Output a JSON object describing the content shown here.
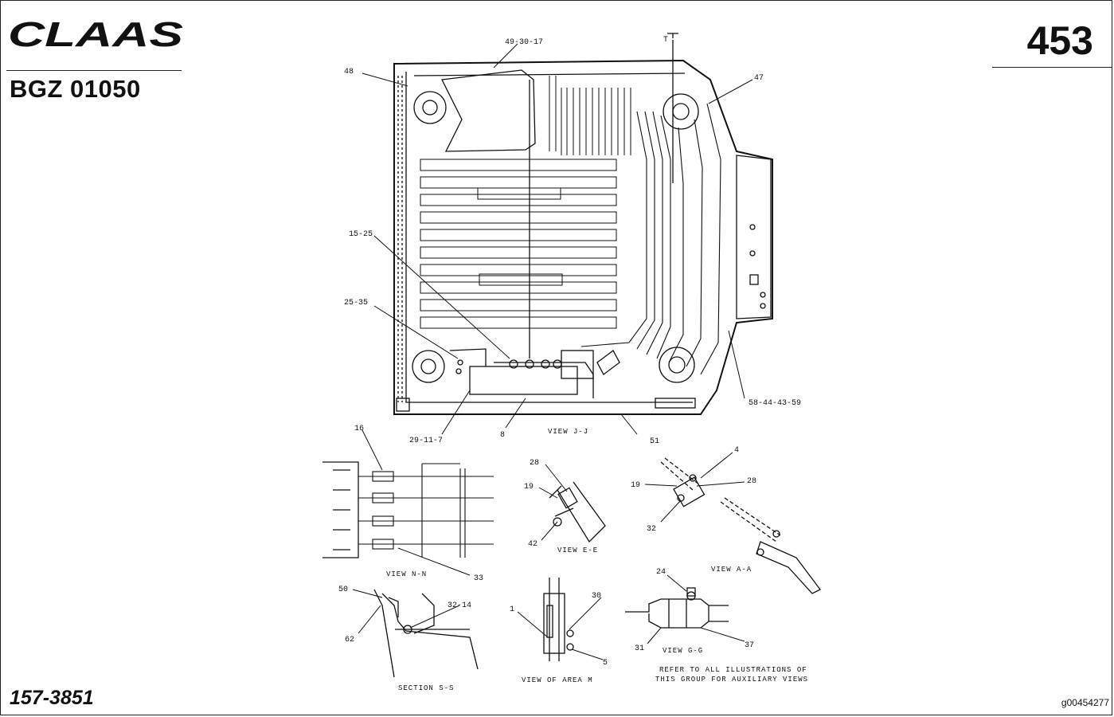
{
  "header": {
    "brand": "CLAAS",
    "doc_code": "BGZ 01050",
    "page_number": "453"
  },
  "footer": {
    "part_number": "157-3851",
    "image_id": "g00454277"
  },
  "callouts": {
    "c49_30_17": "49-30-17",
    "c48": "48",
    "c47": "47",
    "c15_25": "15-25",
    "c25_35": "25-35",
    "c58_44_43_59": "58-44-43-59",
    "c29_11_7": "29-11-7",
    "c8": "8",
    "c51": "51",
    "c16": "16",
    "c33": "33",
    "c28a": "28",
    "c19a": "19",
    "c42": "42",
    "c4": "4",
    "c19b": "19",
    "c28b": "28",
    "c32": "32",
    "c50": "50",
    "c62": "62",
    "c32_14": "32-14",
    "c1": "1",
    "c30": "30",
    "c5": "5",
    "c24": "24",
    "c31": "31",
    "c37": "37",
    "section_t": "T"
  },
  "views": {
    "view_jj": "VIEW J-J",
    "view_nn": "VIEW N-N",
    "view_ee": "VIEW E-E",
    "view_aa": "VIEW A-A",
    "section_ss": "SECTION S-S",
    "view_area_m": "VIEW OF AREA M",
    "view_gg": "VIEW G-G",
    "note_line1": "REFER TO ALL ILLUSTRATIONS OF",
    "note_line2": "THIS GROUP FOR AUXILIARY VIEWS"
  }
}
